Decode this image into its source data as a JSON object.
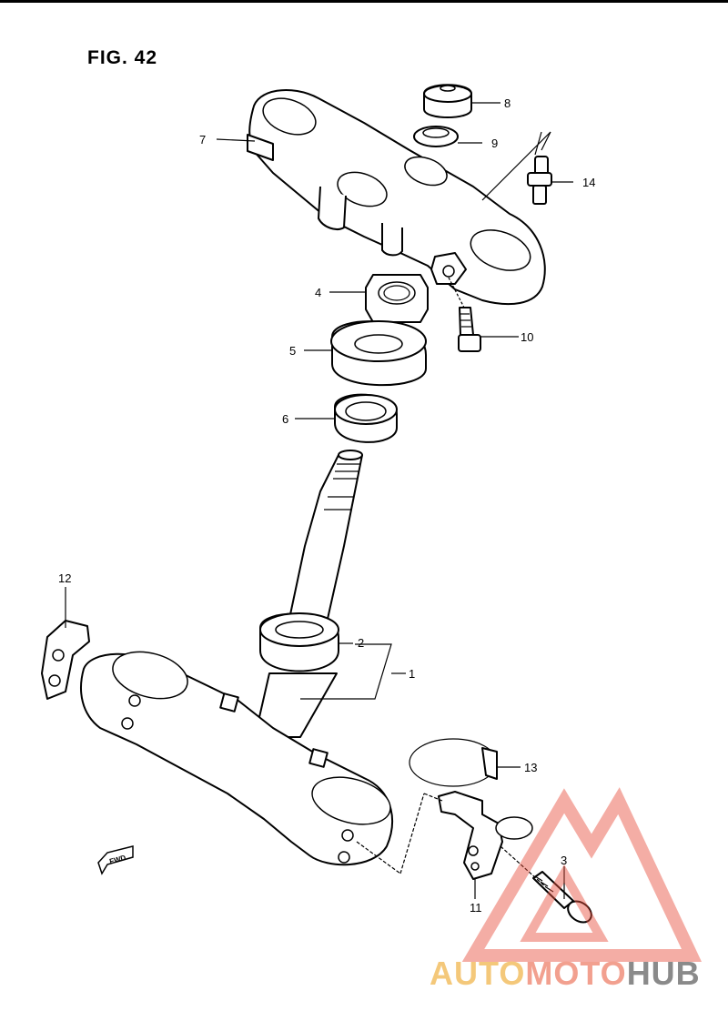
{
  "figure": {
    "title": "FIG. 42"
  },
  "callouts": {
    "p1": "1",
    "p2": "2",
    "p3": "3",
    "p4": "4",
    "p5": "5",
    "p6": "6",
    "p7": "7",
    "p8": "8",
    "p9": "9",
    "p10": "10",
    "p11": "11",
    "p12": "12",
    "p13": "13",
    "p14": "14"
  },
  "fwd_marker": "FWD",
  "watermark": {
    "part1": "AUTO",
    "part2": "MOTO",
    "part3": "HUB",
    "colors": {
      "auto": "#f4c87a",
      "moto": "#f2a08f",
      "hub": "#8a8a8a",
      "triangle": "#e8503e"
    }
  }
}
